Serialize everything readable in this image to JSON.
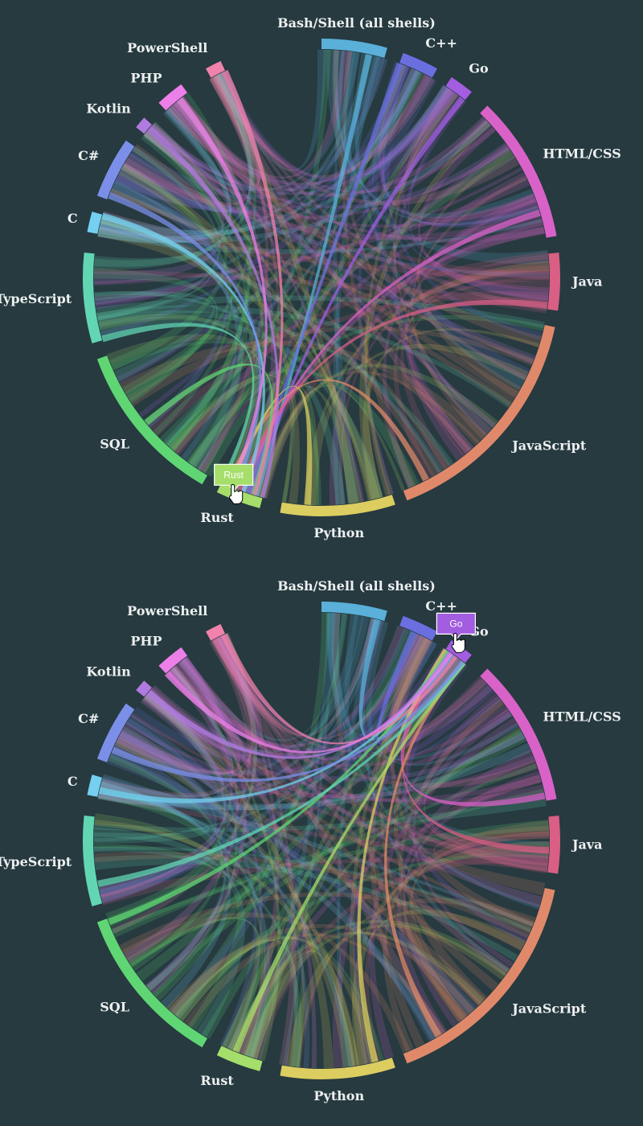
{
  "chart_data": [
    {
      "type": "chord",
      "languages": [
        {
          "name": "Bash/Shell (all shells)",
          "color": "#5ab0d8",
          "start": 0,
          "end": 16
        },
        {
          "name": "C++",
          "color": "#6a6fe0",
          "start": 20,
          "end": 29
        },
        {
          "name": "Go",
          "color": "#a25de0",
          "start": 33,
          "end": 39
        },
        {
          "name": "HTML/CSS",
          "color": "#d962c8",
          "start": 44,
          "end": 80
        },
        {
          "name": "Java",
          "color": "#d95f85",
          "start": 84,
          "end": 98
        },
        {
          "name": "JavaScript",
          "color": "#e0896a",
          "start": 102,
          "end": 159
        },
        {
          "name": "Python",
          "color": "#dccd60",
          "start": 162,
          "end": 190
        },
        {
          "name": "Rust",
          "color": "#a5de6a",
          "start": 195,
          "end": 206
        },
        {
          "name": "SQL",
          "color": "#5fd673",
          "start": 210,
          "end": 250
        },
        {
          "name": "TypeScript",
          "color": "#62d6b3",
          "start": 254,
          "end": 276
        },
        {
          "name": "C",
          "color": "#74cff0",
          "start": 281,
          "end": 286
        },
        {
          "name": "C#",
          "color": "#7b8fe8",
          "start": 290,
          "end": 305
        },
        {
          "name": "Kotlin",
          "color": "#b07ae0",
          "start": 309,
          "end": 312
        },
        {
          "name": "PHP",
          "color": "#ec7fe8",
          "start": 317,
          "end": 324
        },
        {
          "name": "PowerShell",
          "color": "#f082ab",
          "start": 331,
          "end": 335
        }
      ],
      "highlighted": "Rust",
      "tooltip": "Rust",
      "cursor": "hand-pointer-icon"
    },
    {
      "type": "chord",
      "languages": [
        {
          "name": "Bash/Shell (all shells)",
          "color": "#5ab0d8",
          "start": 0,
          "end": 16
        },
        {
          "name": "C++",
          "color": "#6a6fe0",
          "start": 20,
          "end": 29
        },
        {
          "name": "Go",
          "color": "#a25de0",
          "start": 33,
          "end": 39
        },
        {
          "name": "HTML/CSS",
          "color": "#d962c8",
          "start": 44,
          "end": 80
        },
        {
          "name": "Java",
          "color": "#d95f85",
          "start": 84,
          "end": 98
        },
        {
          "name": "JavaScript",
          "color": "#e0896a",
          "start": 102,
          "end": 159
        },
        {
          "name": "Python",
          "color": "#dccd60",
          "start": 162,
          "end": 190
        },
        {
          "name": "Rust",
          "color": "#a5de6a",
          "start": 195,
          "end": 206
        },
        {
          "name": "SQL",
          "color": "#5fd673",
          "start": 210,
          "end": 250
        },
        {
          "name": "TypeScript",
          "color": "#62d6b3",
          "start": 254,
          "end": 276
        },
        {
          "name": "C",
          "color": "#74cff0",
          "start": 281,
          "end": 286
        },
        {
          "name": "C#",
          "color": "#7b8fe8",
          "start": 290,
          "end": 305
        },
        {
          "name": "Kotlin",
          "color": "#b07ae0",
          "start": 309,
          "end": 312
        },
        {
          "name": "PHP",
          "color": "#ec7fe8",
          "start": 317,
          "end": 324
        },
        {
          "name": "PowerShell",
          "color": "#f082ab",
          "start": 331,
          "end": 335
        }
      ],
      "highlighted": "Go",
      "tooltip": "Go",
      "cursor": "hand-pointer-icon"
    }
  ]
}
